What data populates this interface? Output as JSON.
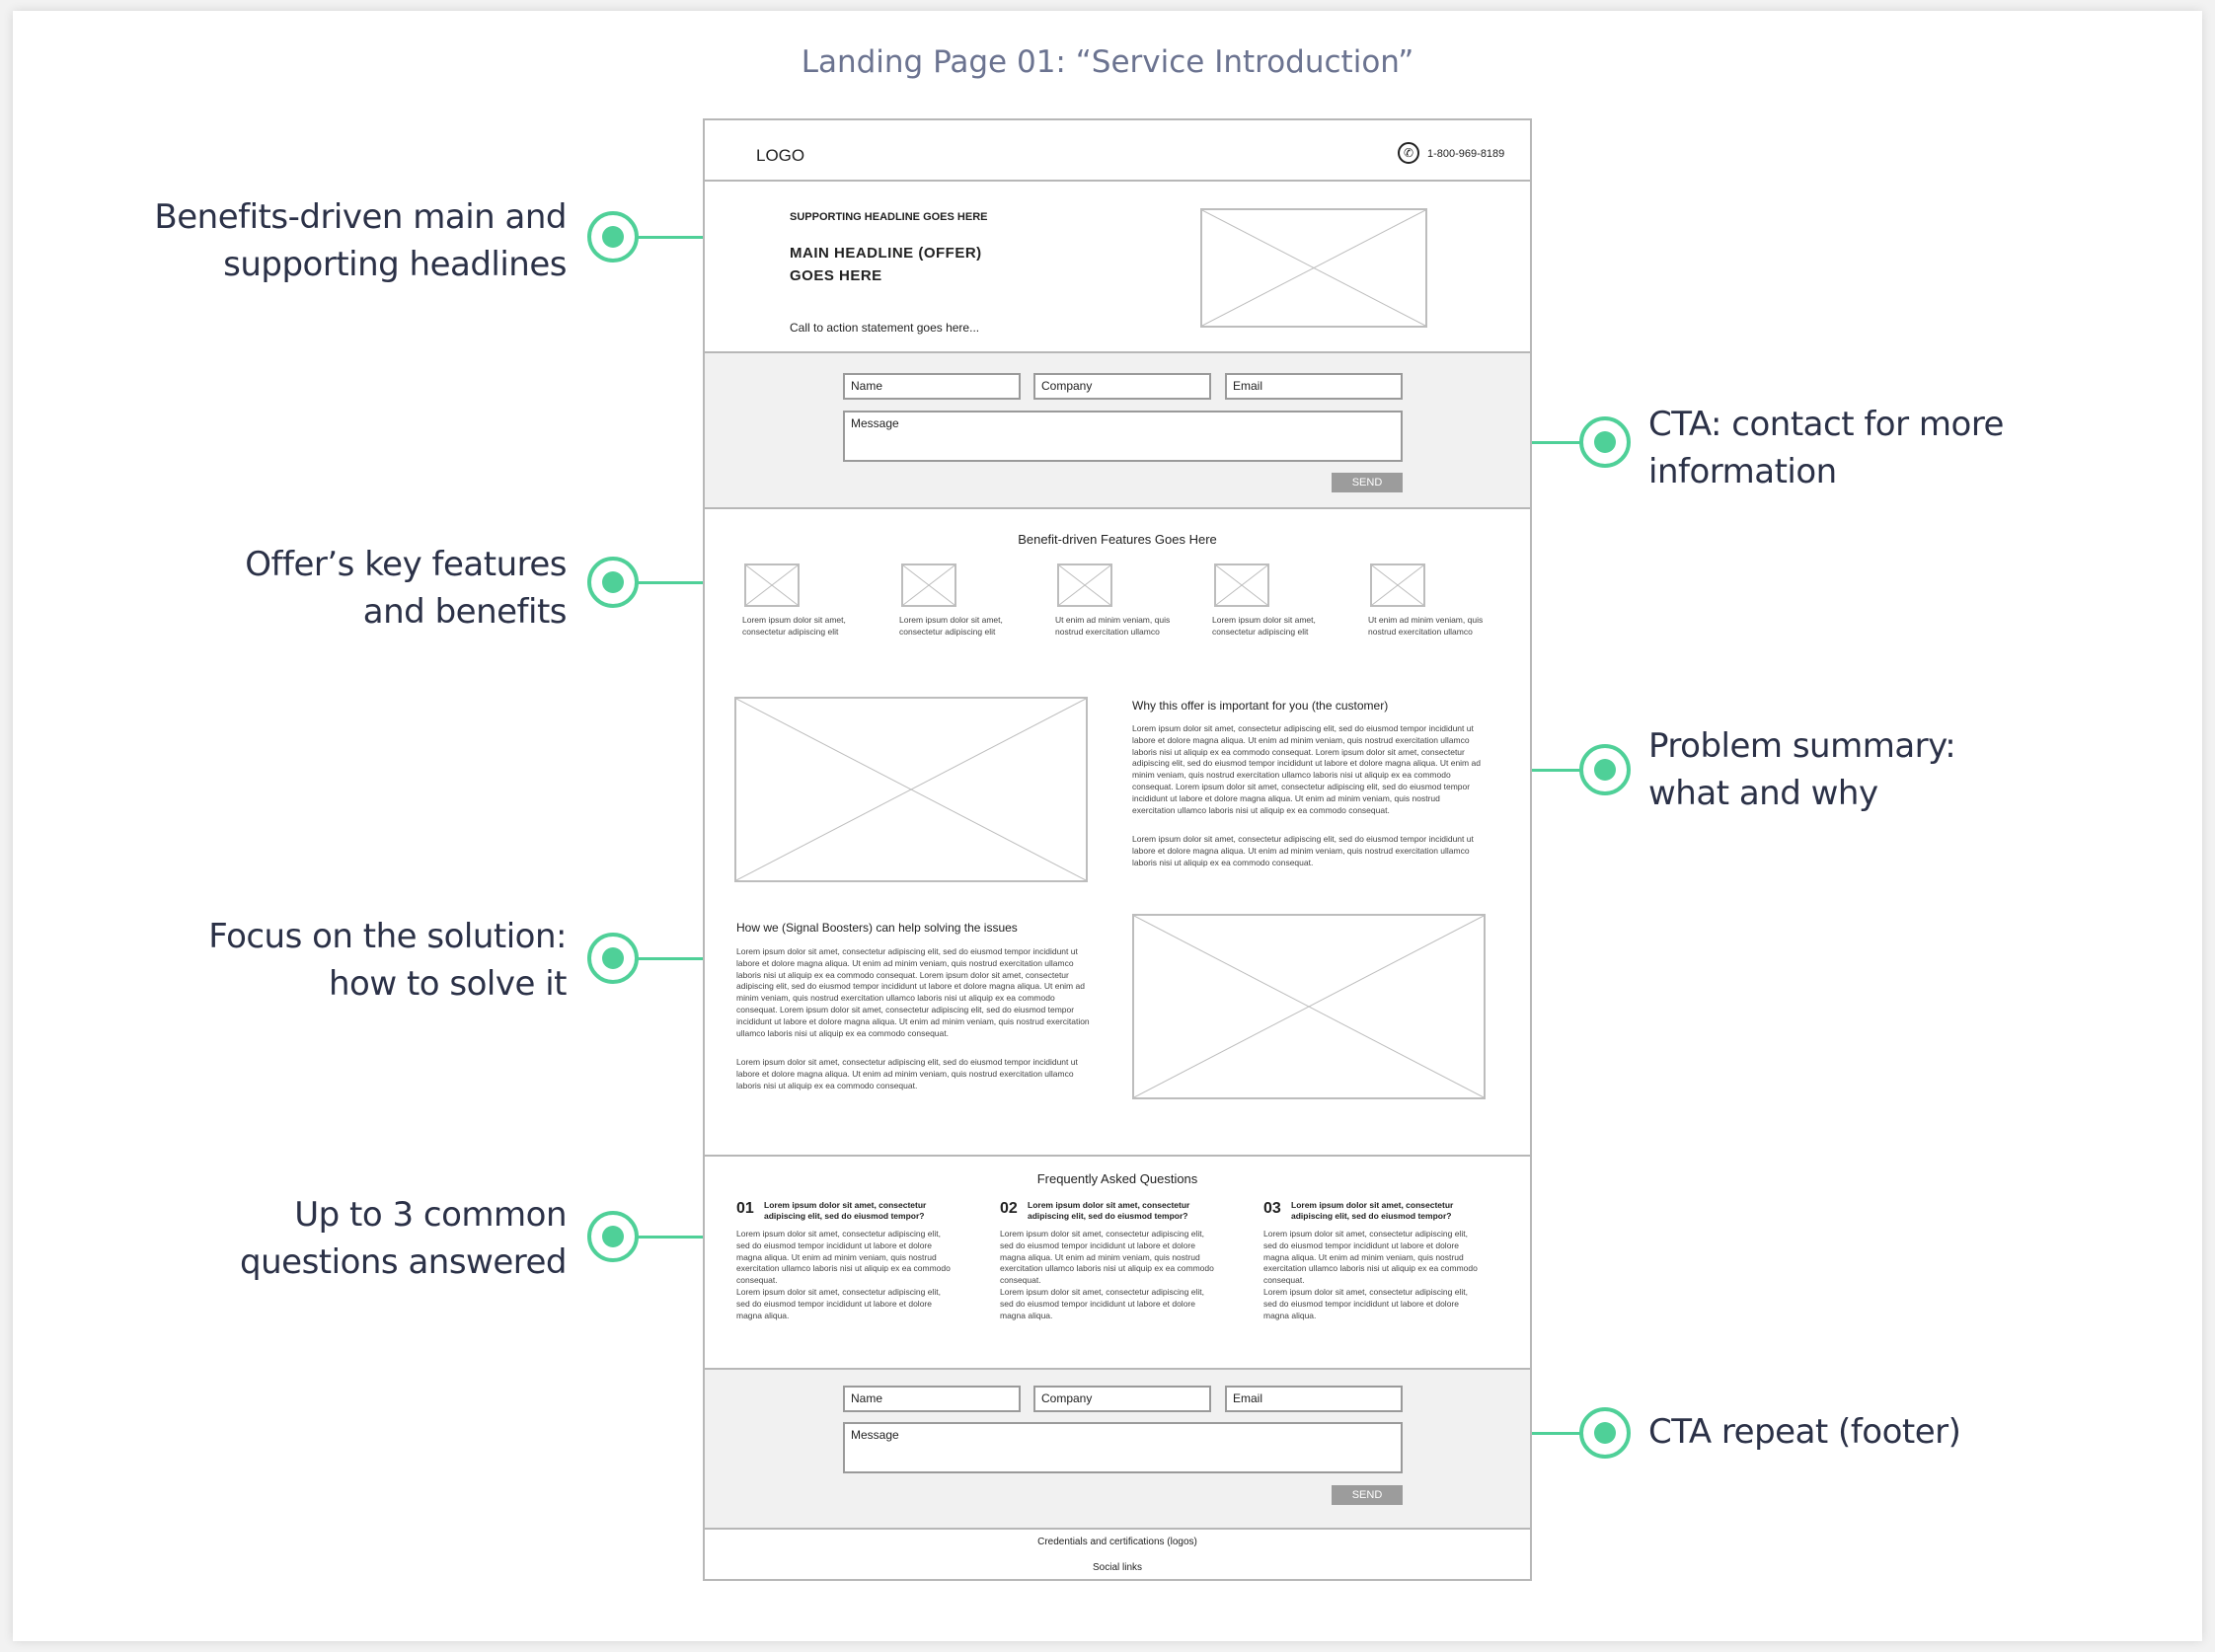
{
  "page_title": "Landing Page 01: “Service Introduction”",
  "annotations": {
    "headlines": [
      "Benefits-driven main and",
      "supporting headlines"
    ],
    "cta": [
      "CTA: contact for more",
      "information"
    ],
    "features": [
      "Offer’s key features",
      "and benefits"
    ],
    "problem": [
      "Problem summary:",
      "what and why"
    ],
    "solution": [
      "Focus on the solution:",
      "how to solve it"
    ],
    "faq": [
      "Up to 3 common",
      "questions answered"
    ],
    "cta_repeat": [
      "CTA repeat (footer)"
    ]
  },
  "colors": {
    "accent": "#4fd098",
    "annotation_text": "#2b3147",
    "title_text": "#6b7390",
    "wireframe_border": "#b7b7b7",
    "section_gray": "#f1f1f1"
  },
  "wireframe": {
    "header": {
      "logo": "LOGO",
      "phone_icon": "phone-icon",
      "phone": "1-800-969-8189"
    },
    "hero": {
      "supporting_headline": "SUPPORTING HEADLINE GOES HERE",
      "main_headline": [
        "MAIN HEADLINE (OFFER)",
        "GOES HERE"
      ],
      "cta_statement": "Call to action statement goes here..."
    },
    "form": {
      "name": "Name",
      "company": "Company",
      "email": "Email",
      "message": "Message",
      "send": "SEND"
    },
    "features": {
      "heading": "Benefit-driven Features Goes Here",
      "items": [
        [
          "Lorem ipsum dolor sit amet,",
          "consectetur adipiscing elit"
        ],
        [
          "Lorem ipsum dolor sit amet,",
          "consectetur adipiscing elit"
        ],
        [
          "Ut enim ad minim veniam, quis",
          "nostrud exercitation ullamco"
        ],
        [
          "Lorem ipsum dolor sit amet,",
          "consectetur adipiscing elit"
        ],
        [
          "Ut enim ad minim veniam, quis",
          "nostrud exercitation ullamco"
        ]
      ]
    },
    "problem": {
      "heading": "Why this offer is important for you (the customer)",
      "para1": "Lorem ipsum dolor sit amet, consectetur adipiscing elit, sed do eiusmod tempor incididunt ut labore et dolore magna aliqua. Ut enim ad minim veniam, quis nostrud exercitation ullamco laboris nisi ut aliquip ex ea commodo consequat. Lorem ipsum dolor sit amet, consectetur adipiscing elit, sed do eiusmod tempor incididunt ut labore et dolore magna aliqua. Ut enim ad minim veniam, quis nostrud exercitation ullamco laboris nisi ut aliquip ex ea commodo consequat. Lorem ipsum dolor sit amet, consectetur adipiscing elit, sed do eiusmod tempor incididunt ut labore et dolore magna aliqua. Ut enim ad minim veniam, quis nostrud exercitation ullamco laboris nisi ut aliquip ex ea commodo consequat.",
      "para2": "Lorem ipsum dolor sit amet, consectetur adipiscing elit, sed do eiusmod tempor incididunt ut labore et dolore magna aliqua. Ut enim ad minim veniam, quis nostrud exercitation ullamco laboris nisi ut aliquip ex ea commodo consequat."
    },
    "solution": {
      "heading": "How we (Signal Boosters) can help solving the issues",
      "para1": "Lorem ipsum dolor sit amet, consectetur adipiscing elit, sed do eiusmod tempor incididunt ut labore et dolore magna aliqua. Ut enim ad minim veniam, quis nostrud exercitation ullamco laboris nisi ut aliquip ex ea commodo consequat. Lorem ipsum dolor sit amet, consectetur adipiscing elit, sed do eiusmod tempor incididunt ut labore et dolore magna aliqua. Ut enim ad minim veniam, quis nostrud exercitation ullamco laboris nisi ut aliquip ex ea commodo consequat. Lorem ipsum dolor sit amet, consectetur adipiscing elit, sed do eiusmod tempor incididunt ut labore et dolore magna aliqua. Ut enim ad minim veniam, quis nostrud exercitation ullamco laboris nisi ut aliquip ex ea commodo consequat.",
      "para2": "Lorem ipsum dolor sit amet, consectetur adipiscing elit, sed do eiusmod tempor incididunt ut labore et dolore magna aliqua. Ut enim ad minim veniam, quis nostrud exercitation ullamco laboris nisi ut aliquip ex ea commodo consequat."
    },
    "faq": {
      "heading": "Frequently Asked Questions",
      "items": [
        {
          "num": "01",
          "question": "Lorem ipsum dolor sit amet, consectetur adipiscing elit, sed do eiusmod tempor?",
          "a1": "Lorem ipsum dolor sit amet, consectetur adipiscing elit, sed do eiusmod tempor incididunt ut labore et dolore magna aliqua. Ut enim ad minim veniam, quis nostrud exercitation ullamco laboris nisi ut aliquip ex ea commodo consequat.",
          "a2": "Lorem ipsum dolor sit amet, consectetur adipiscing elit, sed do eiusmod tempor incididunt ut labore et dolore magna aliqua."
        },
        {
          "num": "02",
          "question": "Lorem ipsum dolor sit amet, consectetur adipiscing elit, sed do eiusmod tempor?",
          "a1": "Lorem ipsum dolor sit amet, consectetur adipiscing elit, sed do eiusmod tempor incididunt ut labore et dolore magna aliqua. Ut enim ad minim veniam, quis nostrud exercitation ullamco laboris nisi ut aliquip ex ea commodo consequat.",
          "a2": "Lorem ipsum dolor sit amet, consectetur adipiscing elit, sed do eiusmod tempor incididunt ut labore et dolore magna aliqua."
        },
        {
          "num": "03",
          "question": "Lorem ipsum dolor sit amet, consectetur adipiscing elit, sed do eiusmod tempor?",
          "a1": "Lorem ipsum dolor sit amet, consectetur adipiscing elit, sed do eiusmod tempor incididunt ut labore et dolore magna aliqua. Ut enim ad minim veniam, quis nostrud exercitation ullamco laboris nisi ut aliquip ex ea commodo consequat.",
          "a2": "Lorem ipsum dolor sit amet, consectetur adipiscing elit, sed do eiusmod tempor incididunt ut labore et dolore magna aliqua."
        }
      ]
    },
    "footer": {
      "credentials": "Credentials and certifications (logos)",
      "social": "Social links"
    }
  }
}
